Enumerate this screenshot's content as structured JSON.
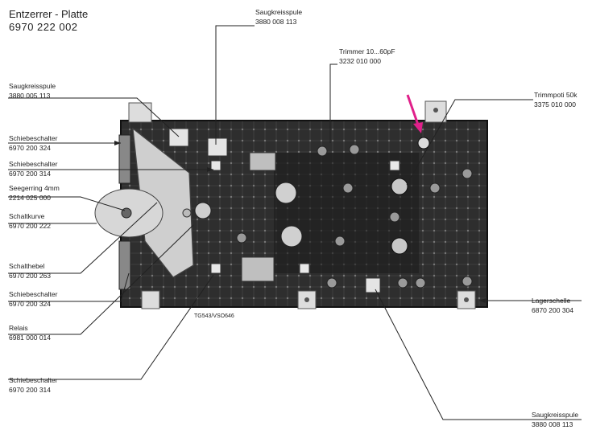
{
  "title": {
    "line1": "Entzerrer - Platte",
    "line2": "6970 222 002"
  },
  "board_code": "TG543/VSO646",
  "labels": {
    "saugkreisspule_top": {
      "name": "Saugkreisspule",
      "part": "3880 008 113"
    },
    "trimmer": {
      "name": "Trimmer 10...60pF",
      "part": "3232 010 000"
    },
    "trimmpoti": {
      "name": "Trimmpoti  50k",
      "part": "3375 010 000"
    },
    "saugkreisspule_left": {
      "name": "Saugkreisspule",
      "part": "3880 005 113"
    },
    "schiebeschalter_1": {
      "name": "Schiebeschalter",
      "part": "6970 200 324"
    },
    "schiebeschalter_2": {
      "name": "Schiebeschalter",
      "part": "6970 200 314"
    },
    "seegerring": {
      "name": "Seegerring  4mm",
      "part": "2214 025 000"
    },
    "schaltkurve": {
      "name": "Schaltkurve",
      "part": "6970 200 222"
    },
    "schalthebel": {
      "name": "Schalthebel",
      "part": "6970 200 263"
    },
    "schiebeschalter_3": {
      "name": "Schiebeschalter",
      "part": "6970 200 324"
    },
    "relais": {
      "name": "Relais",
      "part": "6981 000 014"
    },
    "schiebeschalter_4": {
      "name": "Schiebeschalter",
      "part": "6970 200 314"
    },
    "lagerschelle": {
      "name": "Lagerschelle",
      "part": "6870 200 304"
    },
    "saugkreisspule_bottom": {
      "name": "Saugkreisspule",
      "part": "3880 008 113"
    }
  },
  "colors": {
    "marker_arrow": "#e0208a",
    "board": "#3a3a3a",
    "line": "#222222"
  }
}
